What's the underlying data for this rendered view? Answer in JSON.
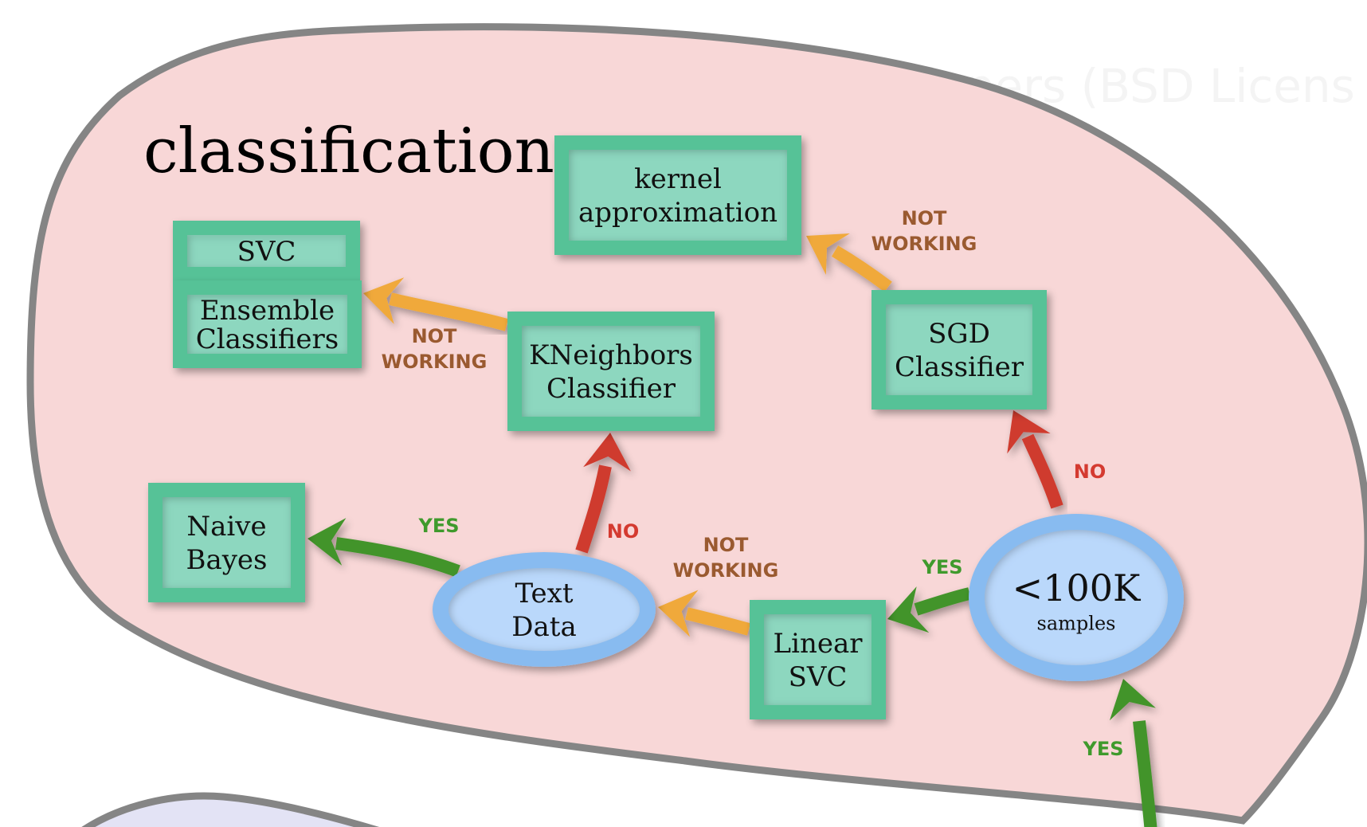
{
  "watermark": "lopers (BSD Licens",
  "region": {
    "title": "classification",
    "fill": "#f8d7d7",
    "stroke": "#858585"
  },
  "lower_region": {
    "fill": "#e3e3f5",
    "stroke": "#858585"
  },
  "colors": {
    "box_outer": "#57c297",
    "box_inner": "#8dd7bf",
    "ellipse_outer": "#88bbf0",
    "ellipse_inner": "#bad8fb",
    "yes": "#42942a",
    "no": "#cf3a2f",
    "not_working": "#f0a93a",
    "yes_label": "#3f9a2c",
    "no_label": "#d43a30",
    "not_working_label": "#9a5a30"
  },
  "nodes": [
    {
      "id": "svc",
      "type": "estimator",
      "lines": [
        "SVC"
      ]
    },
    {
      "id": "ensemble",
      "type": "estimator",
      "lines": [
        "Ensemble",
        "Classifiers"
      ]
    },
    {
      "id": "kernel",
      "type": "estimator",
      "lines": [
        "kernel",
        "approximation"
      ]
    },
    {
      "id": "kneighbors",
      "type": "estimator",
      "lines": [
        "KNeighbors",
        "Classifier"
      ]
    },
    {
      "id": "sgd",
      "type": "estimator",
      "lines": [
        "SGD",
        "Classifier"
      ]
    },
    {
      "id": "naive_bayes",
      "type": "estimator",
      "lines": [
        "Naive",
        "Bayes"
      ]
    },
    {
      "id": "linear_svc",
      "type": "estimator",
      "lines": [
        "Linear",
        "SVC"
      ]
    },
    {
      "id": "text_data",
      "type": "decision",
      "lines": [
        "Text",
        "Data"
      ]
    },
    {
      "id": "samples",
      "type": "decision",
      "lines": [
        "<100K",
        "samples"
      ]
    }
  ],
  "edges": [
    {
      "from": "kneighbors",
      "to": "ensemble",
      "kind": "not_working",
      "label": [
        "NOT",
        "WORKING"
      ]
    },
    {
      "from": "sgd",
      "to": "kernel",
      "kind": "not_working",
      "label": [
        "NOT",
        "WORKING"
      ]
    },
    {
      "from": "samples",
      "to": "sgd",
      "kind": "no",
      "label": [
        "NO"
      ]
    },
    {
      "from": "samples",
      "to": "linear_svc",
      "kind": "yes",
      "label": [
        "YES"
      ]
    },
    {
      "from": "linear_svc",
      "to": "text_data",
      "kind": "not_working",
      "label": [
        "NOT",
        "WORKING"
      ]
    },
    {
      "from": "text_data",
      "to": "kneighbors",
      "kind": "no",
      "label": [
        "NO"
      ]
    },
    {
      "from": "text_data",
      "to": "naive_bayes",
      "kind": "yes",
      "label": [
        "YES"
      ]
    },
    {
      "from": "external",
      "to": "samples",
      "kind": "yes",
      "label": [
        "YES"
      ]
    }
  ]
}
